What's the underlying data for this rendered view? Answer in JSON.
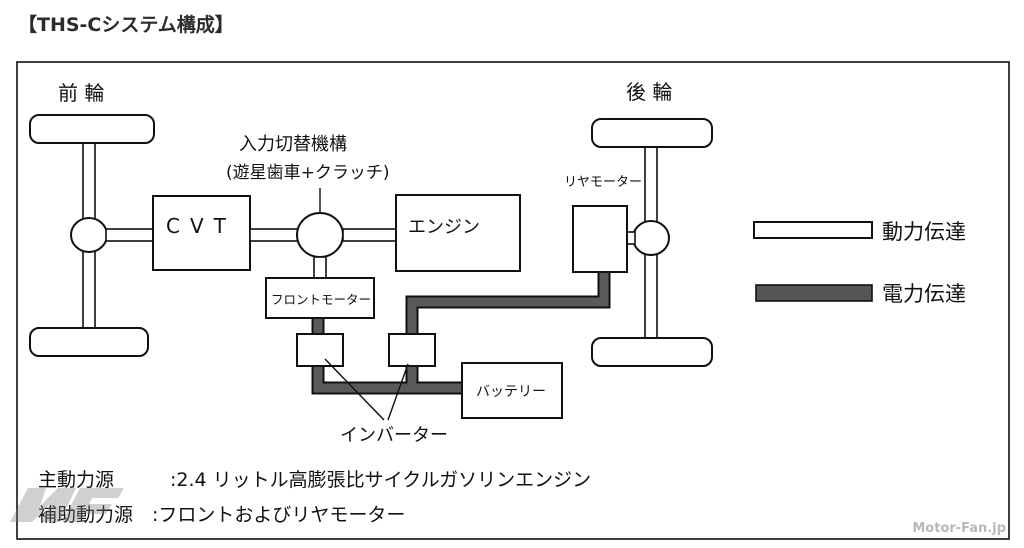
{
  "title": "【THS-Cシステム構成】",
  "diagram": {
    "front_wheels_label": "前 輪",
    "rear_wheels_label": "後 輪",
    "cvt_label": "CVT",
    "engine_label": "エンジン",
    "input_switch_label_line1": "入力切替機構",
    "input_switch_label_line2": "(遊星歯車+クラッチ)",
    "front_motor_label": "フロントモーター",
    "rear_motor_label": "リヤモーター",
    "battery_label": "バッテリー",
    "inverter_label": "インバーター",
    "legend": {
      "mechanical_label": "動力伝達",
      "electrical_label": "電力伝達"
    },
    "notes": {
      "main_power_label": "主動力源",
      "main_power_value": ":2.4 リットル高膨張比サイクルガソリンエンジン",
      "aux_power_label": "補助動力源",
      "aux_power_value": ":フロントおよびリヤモーター"
    }
  },
  "watermark": {
    "text": "Motor-Fan.jp"
  }
}
